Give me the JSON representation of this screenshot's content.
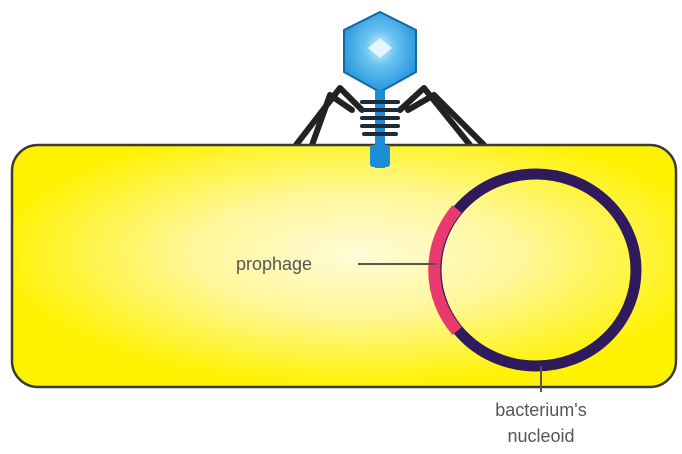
{
  "labels": {
    "prophage": "prophage",
    "nucleoid_line1": "bacterium's",
    "nucleoid_line2": "nucleoid"
  },
  "colors": {
    "cell_fill": "#FFF200",
    "cell_center": "#FFFCD8",
    "cell_outline": "#3A3A3A",
    "capsid": "#1A9BE0",
    "capsid_center": "#BFE6FA",
    "legs": "#222222",
    "nucleoid": "#2E1A5C",
    "prophage": "#E83A6E",
    "leader_line": "#555555"
  }
}
